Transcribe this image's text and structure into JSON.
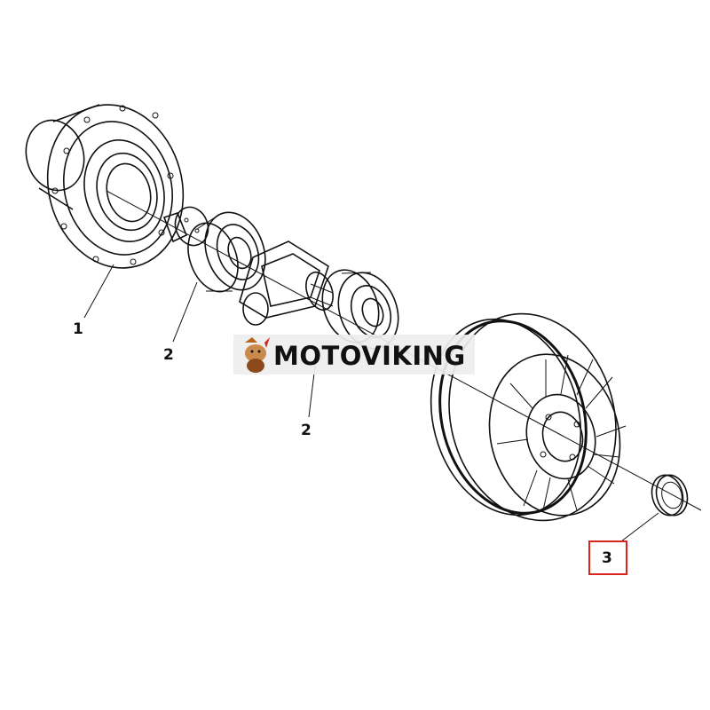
{
  "watermark": {
    "brand_text": "MOTOVIKING",
    "logo_icon": "viking-mascot-icon"
  },
  "callouts": [
    {
      "number": "1",
      "part": "hub-housing",
      "highlighted": false
    },
    {
      "number": "2",
      "part": "roller-bearing-left",
      "highlighted": false
    },
    {
      "number": "2",
      "part": "roller-bearing-right",
      "highlighted": false
    },
    {
      "number": "3",
      "part": "seal-ring",
      "highlighted": true
    }
  ],
  "colors": {
    "line": "#111111",
    "highlight_box": "#d9231d",
    "watermark_bg": "#eeeeee"
  }
}
